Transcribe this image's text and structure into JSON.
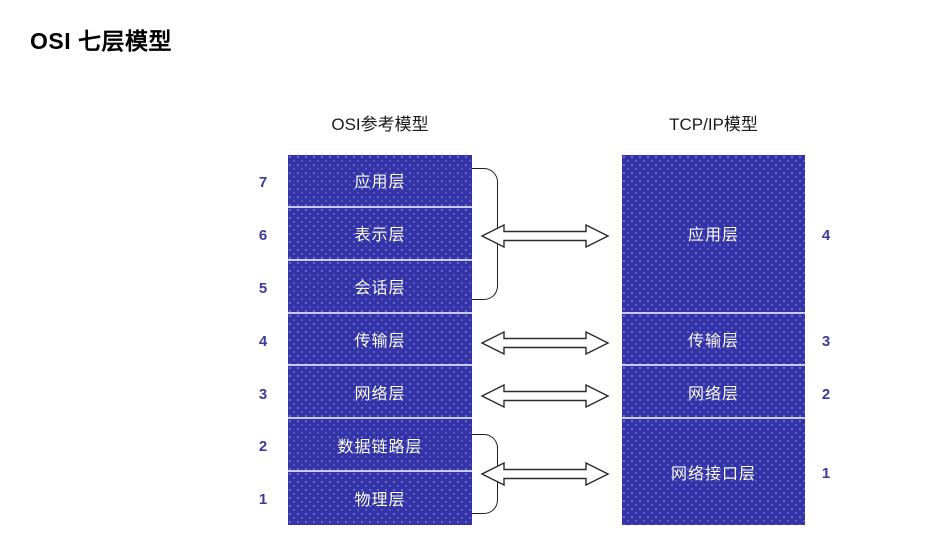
{
  "title": "OSI 七层模型",
  "columns": {
    "osi_header": "OSI参考模型",
    "tcp_header": "TCP/IP模型"
  },
  "colors": {
    "layer_fill": "#3434a8",
    "layer_text": "#ffffff",
    "number_text": "#3b3b9e",
    "divider": "#c9cbe8",
    "arrow_stroke": "#1f1f1f",
    "arrow_fill": "#ffffff",
    "background": "#ffffff"
  },
  "osi_model": {
    "layers": [
      {
        "number": "7",
        "label": "应用层"
      },
      {
        "number": "6",
        "label": "表示层"
      },
      {
        "number": "5",
        "label": "会话层"
      },
      {
        "number": "4",
        "label": "传输层"
      },
      {
        "number": "3",
        "label": "网络层"
      },
      {
        "number": "2",
        "label": "数据链路层"
      },
      {
        "number": "1",
        "label": "物理层"
      }
    ]
  },
  "tcpip_model": {
    "layers": [
      {
        "number": "4",
        "label": "应用层",
        "spans": 3
      },
      {
        "number": "3",
        "label": "传输层",
        "spans": 1
      },
      {
        "number": "2",
        "label": "网络层",
        "spans": 1
      },
      {
        "number": "1",
        "label": "网络接口层",
        "spans": 2
      }
    ]
  },
  "connectors": {
    "braces": [
      {
        "name": "brace-application-group",
        "groups": "7-5"
      },
      {
        "name": "brace-network-interface-group",
        "groups": "2-1"
      }
    ],
    "arrows": [
      {
        "name": "arrow-application",
        "maps": "应用层"
      },
      {
        "name": "arrow-transport",
        "maps": "传输层"
      },
      {
        "name": "arrow-network",
        "maps": "网络层"
      },
      {
        "name": "arrow-network-interface",
        "maps": "网络接口层"
      }
    ]
  }
}
